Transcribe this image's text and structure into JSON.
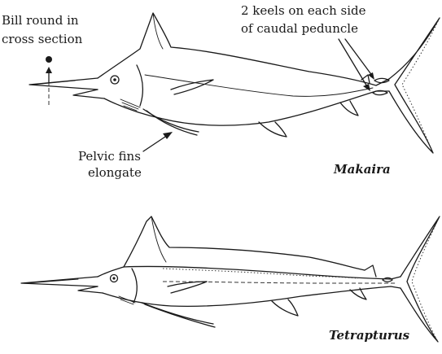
{
  "labels": {
    "bill_line1": "Bill round in",
    "bill_line2": "cross section",
    "keels_line1": "2 keels on each side",
    "keels_line2": "of caudal peduncle",
    "pelvic_line1": "Pelvic fins",
    "pelvic_line2": "elongate"
  },
  "genera": {
    "top": "Makaira",
    "bottom": "Tetrapturus"
  }
}
